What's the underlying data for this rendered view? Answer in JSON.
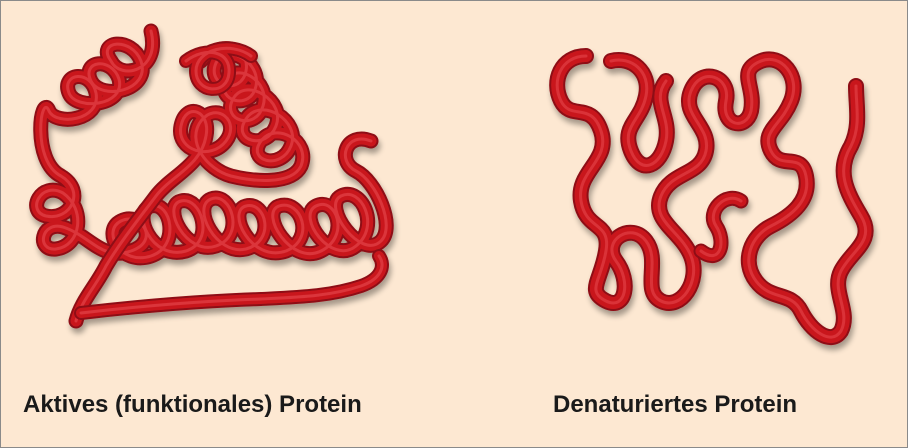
{
  "captions": {
    "active": "Aktives (funktionales) Protein",
    "denatured": "Denaturiertes Protein"
  },
  "colors": {
    "background": "#fde8d2",
    "ribbon": "#c9191f",
    "ribbon_dark": "#8e0f14",
    "ribbon_light": "#e8474c",
    "border": "#8a8a8a"
  },
  "structures": {
    "active": {
      "state": "folded",
      "coil_type": "helical loops"
    },
    "denatured": {
      "state": "unfolded",
      "coil_type": "random coil"
    }
  }
}
